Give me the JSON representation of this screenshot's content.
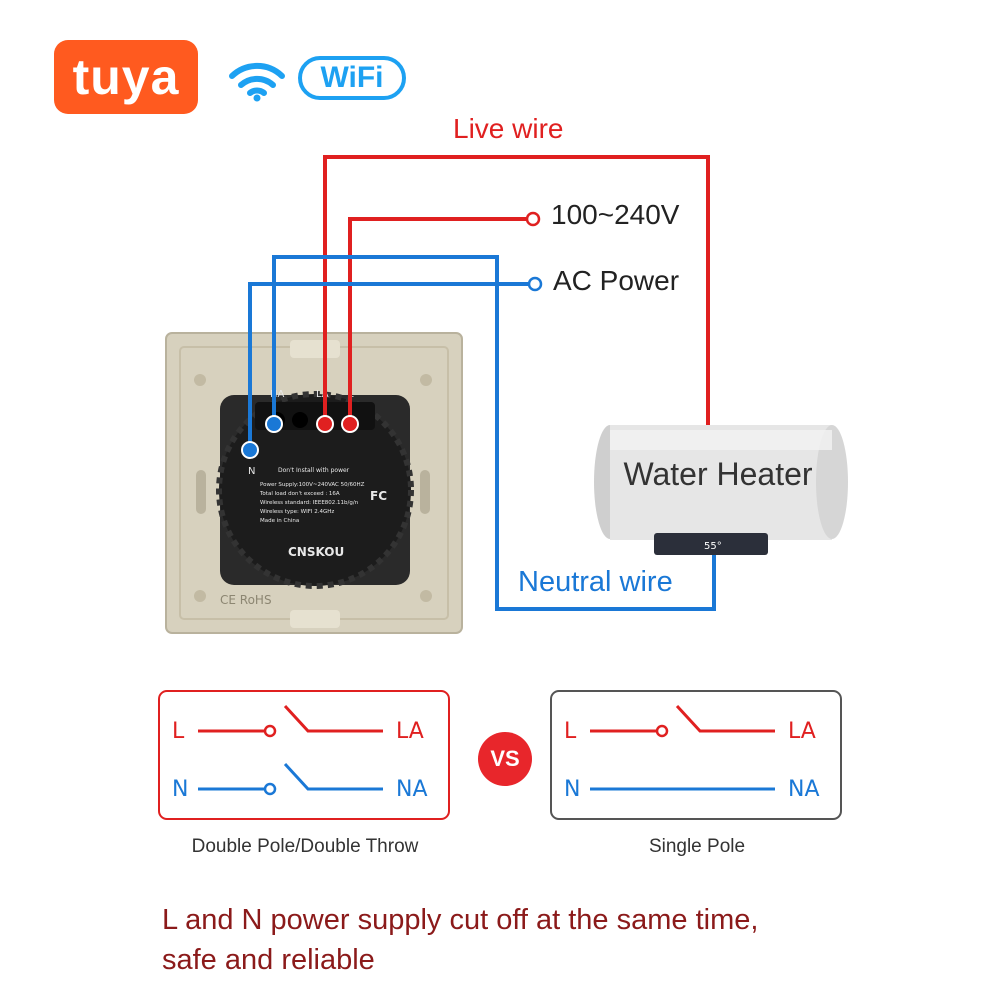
{
  "brand": {
    "tuya_logo_text": "tuya",
    "wifi_badge_text": "WiFi",
    "wifi_icon": "wifi-icon"
  },
  "wiring": {
    "live_wire_label": "Live wire",
    "voltage_label": "100~240V",
    "ac_power_label": "AC Power",
    "neutral_wire_label": "Neutral wire",
    "appliance_label": "Water Heater",
    "colors": {
      "live": "#e02020",
      "neutral": "#1a78d6"
    }
  },
  "switch_module": {
    "terminal_labels": [
      "NA",
      "LA",
      "L",
      "N"
    ],
    "warning_text": "Don't Install with power",
    "spec_lines": [
      "Power Supply:100V~240VAC 50/60HZ",
      "Total load don't exceed : 16A",
      "Wireless standard: IEEE802.11b/g/n",
      "Wireless type: WIFI 2.4GHz",
      "Made in China"
    ],
    "brand_text": "CNSKOU",
    "fc_mark": "FC",
    "ce_mark": "CE RoHS"
  },
  "heater_display": "55°",
  "comparison": {
    "left": {
      "caption": "Double Pole/Double Throw",
      "top_left": "L",
      "top_right": "LA",
      "bottom_left": "N",
      "bottom_right": "NA"
    },
    "vs_text": "VS",
    "right": {
      "caption": "Single Pole",
      "top_left": "L",
      "top_right": "LA",
      "bottom_left": "N",
      "bottom_right": "NA"
    }
  },
  "footer": {
    "line1": "L and N power supply cut off at the same time,",
    "line2": "safe and reliable"
  }
}
